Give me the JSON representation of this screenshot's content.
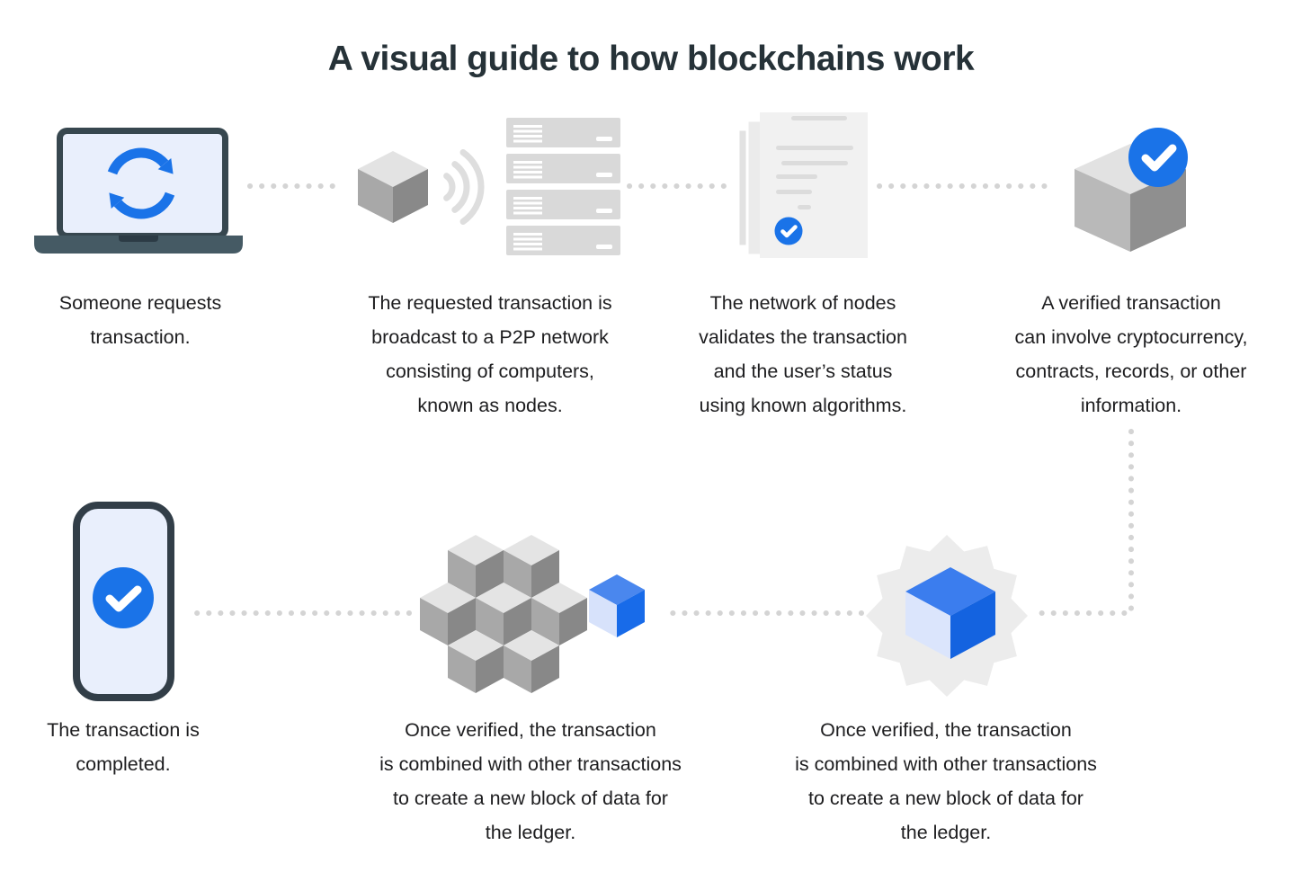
{
  "title": "A visual guide to how blockchains work",
  "colors": {
    "accent_blue": "#1a73e8",
    "blue_cube_top": "#3b7dee",
    "blue_cube_side": "#1565e0",
    "blue_cube_light": "#dbe5fc",
    "dark_slate": "#37474f",
    "screen_light_blue": "#e9effc",
    "cube_top_gray": "#e3e3e3",
    "cube_left_gray": "#a8a8a8",
    "cube_right_gray": "#898989",
    "server_gray": "#d9d9d9",
    "document_gray": "#f1f1f1",
    "starburst_gray": "#ececec",
    "dot_gray": "#d4d4d4",
    "text_dark": "#1d1d1f",
    "title_color": "#263238"
  },
  "steps": [
    {
      "id": 1,
      "icon": "laptop-sync",
      "caption": "Someone requests\ntransaction."
    },
    {
      "id": 2,
      "icon": "block-broadcast-nodes",
      "caption": "The requested transaction is\nbroadcast to a P2P network\nconsisting of computers,\nknown as nodes."
    },
    {
      "id": 3,
      "icon": "documents-validated",
      "caption": "The network of  nodes\nvalidates the transaction\nand the user’s status\nusing known algorithms."
    },
    {
      "id": 4,
      "icon": "verified-block",
      "caption": "A verified transaction\ncan involve cryptocurrency,\ncontracts, records, or other\ninformation."
    },
    {
      "id": 5,
      "icon": "phone-completed",
      "caption": "The transaction is\ncompleted."
    },
    {
      "id": 6,
      "icon": "block-cluster",
      "caption": "Once verified, the transaction\nis combined with other transactions\nto create a new block of data for\nthe ledger."
    },
    {
      "id": 7,
      "icon": "new-block-starburst",
      "caption": "Once verified, the transaction\nis combined with other transactions\nto create a new block of data for\nthe ledger."
    }
  ]
}
